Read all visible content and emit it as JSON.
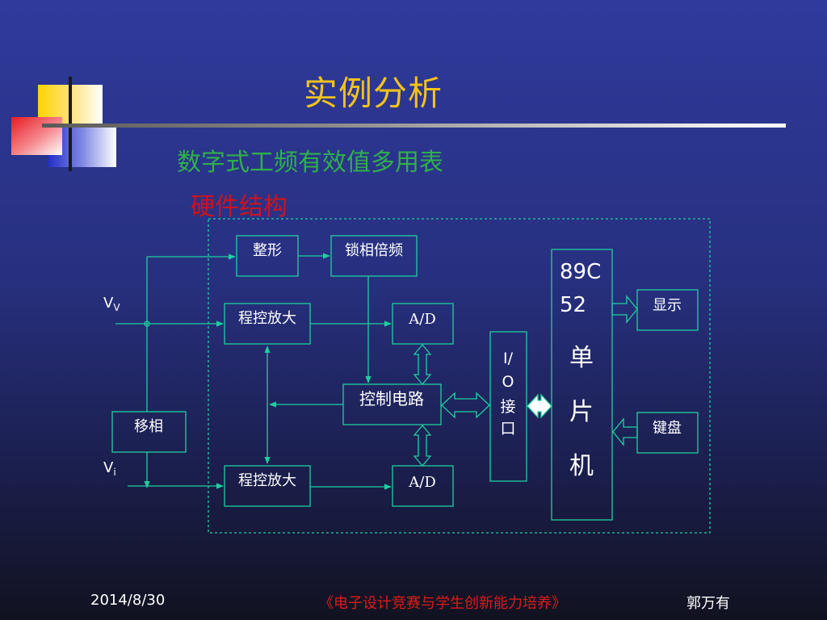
{
  "slide": {
    "title": "实例分析",
    "subtitle": "数字式工频有效值多用表",
    "section": "硬件结构"
  },
  "diagram": {
    "blocks": {
      "shaping": "整形",
      "pll": "锁相倍频",
      "pga_top": "程控放大",
      "adc_top": "A/D",
      "control": "控制电路",
      "phase_shift": "移相",
      "pga_bottom": "程控放大",
      "adc_bottom": "A/D",
      "io_lines": [
        "I/",
        "O",
        "接",
        "口"
      ],
      "mcu_model": [
        "89C",
        "52"
      ],
      "mcu_name": [
        "单",
        "片",
        "机"
      ],
      "display": "显示",
      "keyboard": "键盘"
    },
    "inputs": {
      "voltage_main": "V",
      "voltage_sub": "V",
      "current_main": "V",
      "current_sub": "i"
    }
  },
  "footer": {
    "date": "2014/8/30",
    "course": "《电子设计竞赛与学生创新能力培养》",
    "author": "郭万有"
  },
  "colors": {
    "title": "#f2c21b",
    "subtitle": "#2fb04a",
    "section": "#d0121b",
    "diagram_lines": "#1fcfa0",
    "course_footer": "#e01a1a"
  }
}
